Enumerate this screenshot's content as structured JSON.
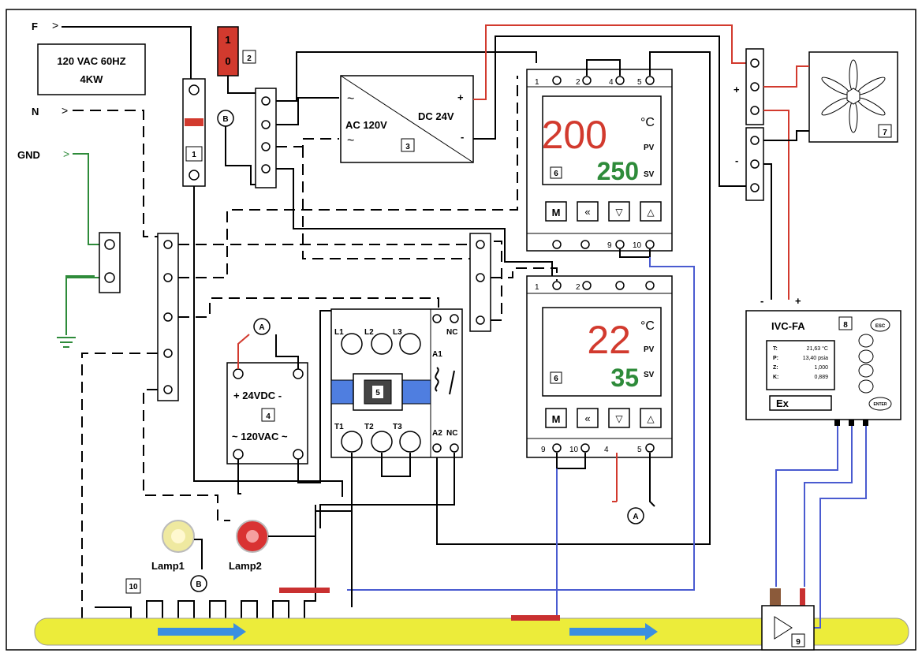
{
  "supply": {
    "f": "F",
    "n": "N",
    "gnd": "GND",
    "spec1": "120 VAC 60HZ",
    "spec2": "4KW"
  },
  "switch": {
    "on": "1",
    "off": "0"
  },
  "psu": {
    "ac": "AC 120V",
    "dc": "DC 24V"
  },
  "relay": {
    "dc": "+ 24VDC  -",
    "ac": "~ 120VAC ~"
  },
  "contactor": {
    "l1": "L1",
    "l2": "L2",
    "l3": "L3",
    "t1": "T1",
    "t2": "T2",
    "t3": "T3",
    "a1": "A1",
    "a2": "A2",
    "nc": "NC"
  },
  "controller_upper": {
    "pv": "200",
    "sv": "250",
    "pv_label": "PV",
    "sv_label": "SV",
    "btn_m": "M"
  },
  "controller_lower": {
    "pv": "22",
    "sv": "35",
    "pv_label": "PV",
    "sv_label": "SV",
    "btn_m": "M"
  },
  "lamps": {
    "lamp1": "Lamp1",
    "lamp2": "Lamp2"
  },
  "markers": {
    "a": "A",
    "b": "B"
  },
  "ivc": {
    "title": "IVC-FA",
    "esc": "ESC",
    "enter": "ENTER",
    "ex": "Ex",
    "rows": [
      {
        "k": "T:",
        "v": "21,63 °C"
      },
      {
        "k": "P:",
        "v": "13,40 psia"
      },
      {
        "k": "Z:",
        "v": "1,000"
      },
      {
        "k": "K:",
        "v": "0,889"
      }
    ]
  },
  "numbers": {
    "breaker": "1",
    "switch": "2",
    "psu": "3",
    "relay": "4",
    "contactor": "5",
    "controller": "6",
    "fan": "7",
    "ivc": "8",
    "transmitter": "9",
    "heater": "10"
  },
  "colors": {
    "phase_wire": "#000000",
    "dc_positive": "#d23a2e",
    "ground": "#2e8b3a",
    "sensor_wire": "#4a5bd0",
    "pipe": "#ecec3a",
    "flow_arrow": "#3b8fe0",
    "pv_value": "#d23a2e",
    "sv_value": "#2e8b3a"
  }
}
